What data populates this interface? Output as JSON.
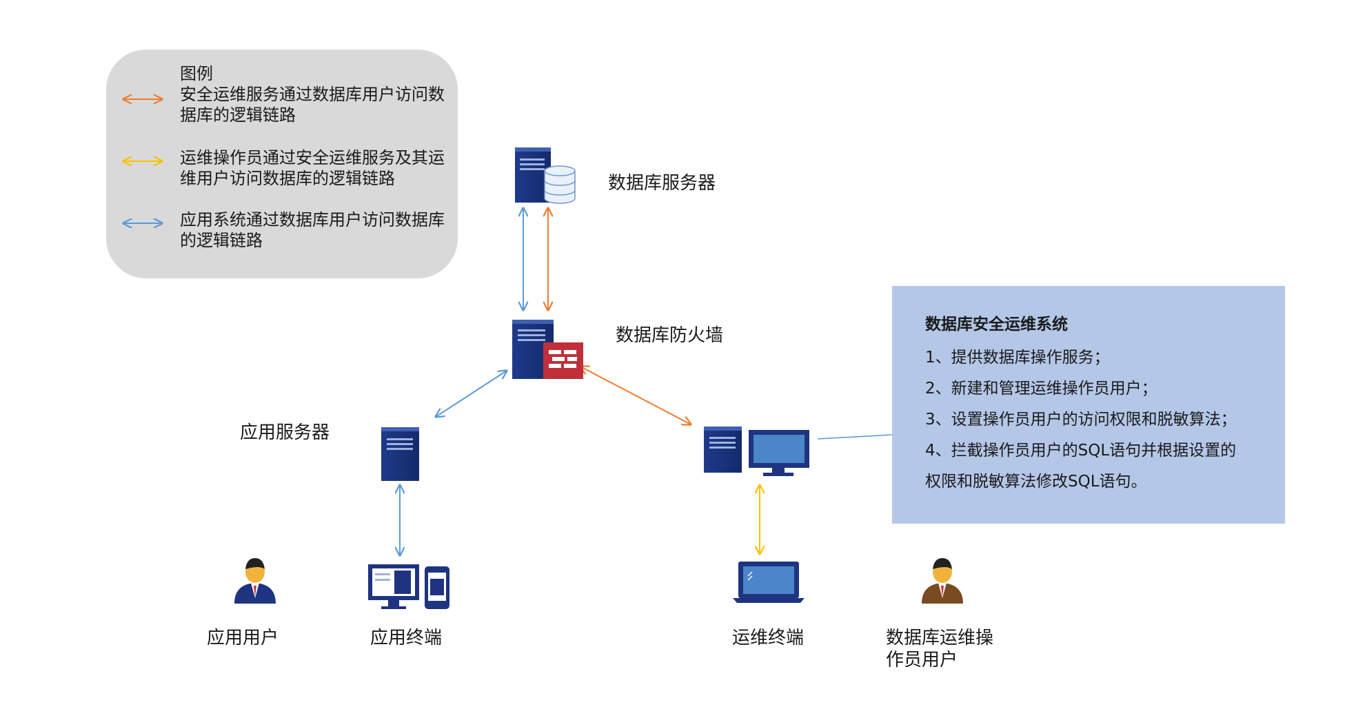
{
  "legend": {
    "title": "图例",
    "items": [
      {
        "text": "安全运维服务通过数据库用户访问数据库的逻辑链路",
        "color": "#ed7d31"
      },
      {
        "text": "运维操作员通过安全运维服务及其运维用户访问数据库的逻辑链路",
        "color": "#ffc000"
      },
      {
        "text": "应用系统通过数据库用户访问数据库的逻辑链路",
        "color": "#5b9bd5"
      }
    ]
  },
  "nodes": {
    "db_server": "数据库服务器",
    "db_firewall": "数据库防火墙",
    "app_server": "应用服务器",
    "app_user": "应用用户",
    "app_terminal": "应用终端",
    "ops_terminal": "运维终端",
    "db_ops_user": "数据库运维操作员用户"
  },
  "info_box": {
    "title": "数据库安全运维系统",
    "items": [
      "1、提供数据库操作服务；",
      "2、新建和管理运维操作员用户；",
      "3、设置操作员用户的访问权限和脱敏算法；",
      "4、拦截操作员用户的SQL语句并根据设置的",
      "权限和脱敏算法修改SQL语句。"
    ]
  },
  "colors": {
    "orange": "#ed7d31",
    "yellow": "#ffc000",
    "blue": "#5b9bd5",
    "server_navy": "#1f3480",
    "firewall_red": "#c0303a",
    "info_bg": "#b4c7e7",
    "legend_bg": "#d9d9d9"
  },
  "icons": [
    "database-server-icon",
    "firewall-icon",
    "server-icon",
    "monitor-icon",
    "laptop-icon",
    "phone-icon",
    "user-icon"
  ]
}
